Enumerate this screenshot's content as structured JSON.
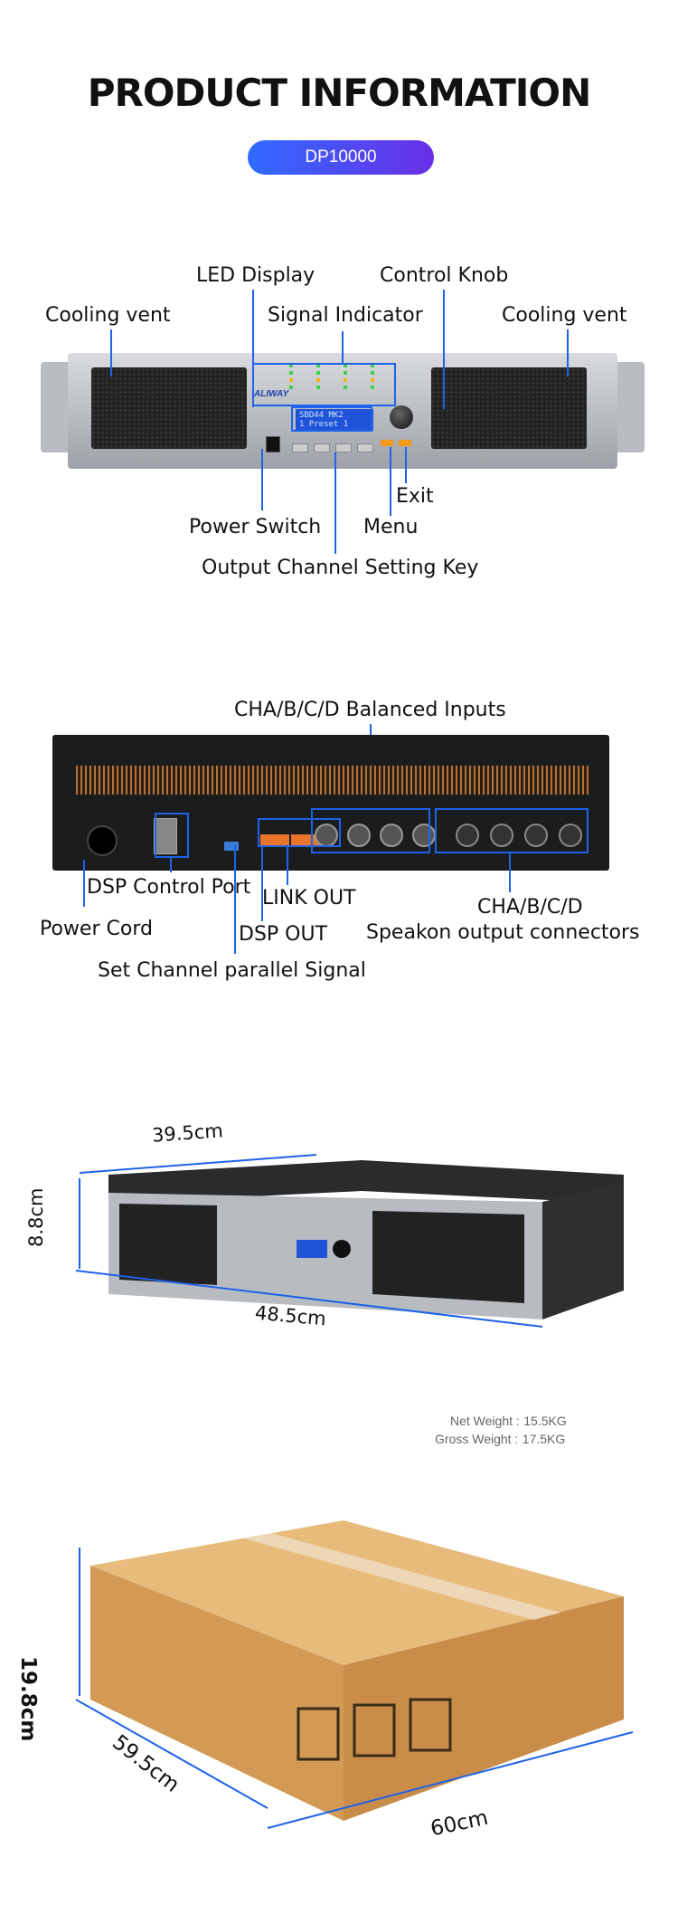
{
  "header": {
    "title": "PRODUCT INFORMATION",
    "model": "DP10000"
  },
  "front_panel": {
    "labels": {
      "led_display": "LED Display",
      "control_knob": "Control Knob",
      "cooling_vent_left": "Cooling vent",
      "signal_indicator": "Signal Indicator",
      "cooling_vent_right": "Cooling vent",
      "exit": "Exit",
      "power_switch": "Power Switch",
      "menu": "Menu",
      "output_channel_setting_key": "Output Channel Setting Key"
    },
    "brand": "ALIWAY",
    "lcd_line1": "SBD44 MK2",
    "lcd_line2": "1 Preset 1"
  },
  "rear_panel": {
    "labels": {
      "balanced_inputs": "CHA/B/C/D Balanced Inputs",
      "dsp_control_port": "DSP Control Port",
      "link_out": "LINK OUT",
      "power_cord": "Power Cord",
      "dsp_out": "DSP OUT",
      "speakon_line1": "CHA/B/C/D",
      "speakon_line2": "Speakon output connectors",
      "set_channel_parallel": "Set Channel parallel Signal"
    }
  },
  "dimensions_device": {
    "depth": "39.5cm",
    "height": "8.8cm",
    "width": "48.5cm"
  },
  "package": {
    "net_weight_label": "Net Weight :",
    "net_weight_value": "15.5KG",
    "gross_weight_label": "Gross Weight :",
    "gross_weight_value": "17.5KG",
    "height": "19.8cm",
    "depth": "59.5cm",
    "width": "60cm"
  },
  "colors": {
    "accent": "#1e63e9",
    "pill_start": "#2f6bff",
    "pill_end": "#6a2ee6",
    "box": "#d8a561"
  }
}
